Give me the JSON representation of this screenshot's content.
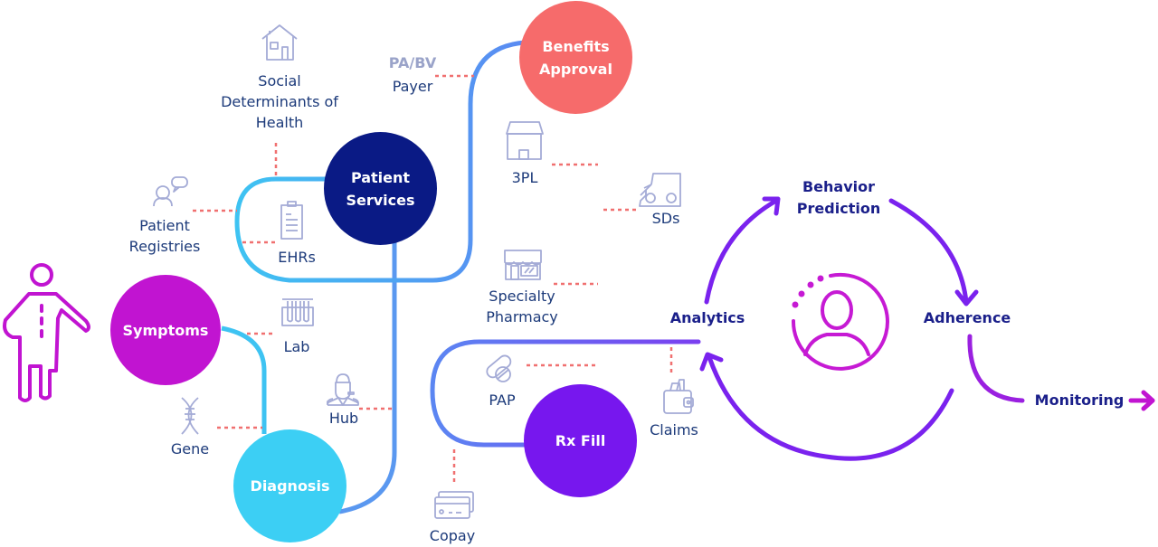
{
  "title": "Patient journey diagram",
  "colors": {
    "track_start": "#3ec3f2",
    "track_mid": "#5b86f2",
    "track_end": "#7a2ff0",
    "connector": "#f07070",
    "icon_stroke": "#a4abd6",
    "label_text": "#1c3a7a",
    "cycle_text": "#1a1f8a",
    "accent_magenta": "#c114d1",
    "symptoms": "#c114d1",
    "diagnosis": "#3ccff4",
    "patient_services": "#0a1a85",
    "benefits_approval": "#f66b6b",
    "rx_fill": "#7717ee"
  },
  "patient_figure": {
    "icon": "person-body-icon"
  },
  "nodes": {
    "symptoms": {
      "label": "Symptoms"
    },
    "diagnosis": {
      "label": "Diagnosis"
    },
    "patient_services": {
      "line1": "Patient",
      "line2": "Services"
    },
    "benefits_approval": {
      "line1": "Benefits",
      "line2": "Approval"
    },
    "rx_fill": {
      "label": "Rx Fill"
    }
  },
  "touchpoints": {
    "sdoh": {
      "icon": "house-icon",
      "line1": "Social",
      "line2": "Determinants of",
      "line3": "Health"
    },
    "registries": {
      "icon": "person-chat-icon",
      "line1": "Patient",
      "line2": "Registries"
    },
    "ehrs": {
      "icon": "clipboard-icon",
      "label": "EHRs"
    },
    "lab": {
      "icon": "test-tubes-icon",
      "label": "Lab"
    },
    "gene": {
      "icon": "dna-icon",
      "label": "Gene"
    },
    "hub": {
      "icon": "doctor-icon",
      "label": "Hub"
    },
    "payer": {
      "tag": "PA/BV",
      "label": "Payer"
    },
    "threepl": {
      "icon": "store-icon",
      "label": "3PL"
    },
    "sds": {
      "icon": "van-icon",
      "label": "SDs"
    },
    "specialty": {
      "icon": "pharmacy-icon",
      "line1": "Specialty",
      "line2": "Pharmacy"
    },
    "pap": {
      "icon": "pills-icon",
      "label": "PAP"
    },
    "copay": {
      "icon": "credit-card-icon",
      "label": "Copay"
    },
    "claims": {
      "icon": "wallet-icon",
      "label": "Claims"
    }
  },
  "cycle": {
    "analytics": "Analytics",
    "behavior_line1": "Behavior",
    "behavior_line2": "Prediction",
    "adherence": "Adherence",
    "monitoring": "Monitoring",
    "center_icon": "user-circle-icon"
  }
}
